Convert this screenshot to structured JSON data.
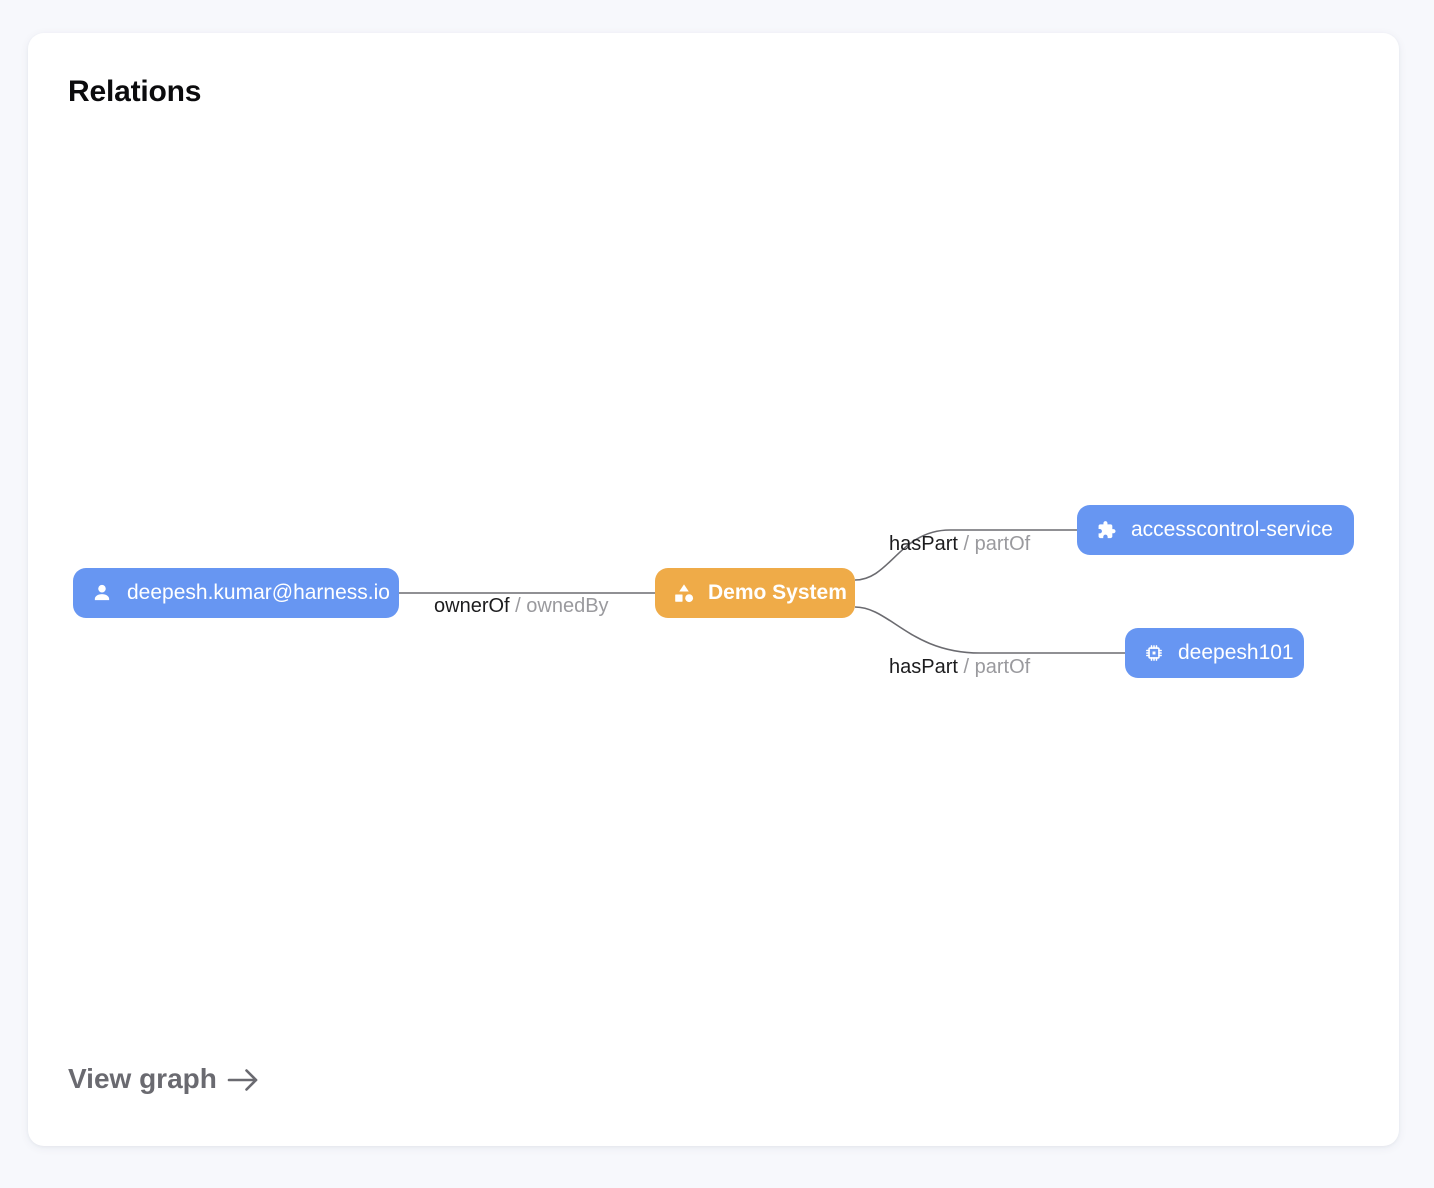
{
  "card": {
    "title": "Relations"
  },
  "graph": {
    "nodes": [
      {
        "id": "user",
        "label": "deepesh.kumar@harness.io",
        "kind": "user",
        "icon": "person-icon",
        "color": "#6796f2"
      },
      {
        "id": "system",
        "label": "Demo System",
        "kind": "system",
        "icon": "category-icon",
        "color": "#efab48"
      },
      {
        "id": "component",
        "label": "accesscontrol-service",
        "kind": "component",
        "icon": "puzzle-piece-icon",
        "color": "#6796f2"
      },
      {
        "id": "resource",
        "label": "deepesh101",
        "kind": "resource",
        "icon": "memory-chip-icon",
        "color": "#6796f2"
      }
    ],
    "edges": [
      {
        "id": "owner",
        "source": "user",
        "target": "system",
        "forward": "ownerOf",
        "separator": "/",
        "reverse": "ownedBy"
      },
      {
        "id": "part-1",
        "source": "system",
        "target": "component",
        "forward": "hasPart",
        "separator": "/",
        "reverse": "partOf"
      },
      {
        "id": "part-2",
        "source": "system",
        "target": "resource",
        "forward": "hasPart",
        "separator": "/",
        "reverse": "partOf"
      }
    ],
    "edge_color": "#6b6b70"
  },
  "footer": {
    "view_graph_label": "View graph",
    "arrow_glyph": "→"
  },
  "colors": {
    "page_background": "#f7f8fc",
    "card_background": "#ffffff",
    "node_blue": "#6796f2",
    "node_orange": "#efab48",
    "label_primary": "#1c1c1e",
    "label_muted": "#9a9a9e",
    "footer_link": "#6a6a70"
  }
}
